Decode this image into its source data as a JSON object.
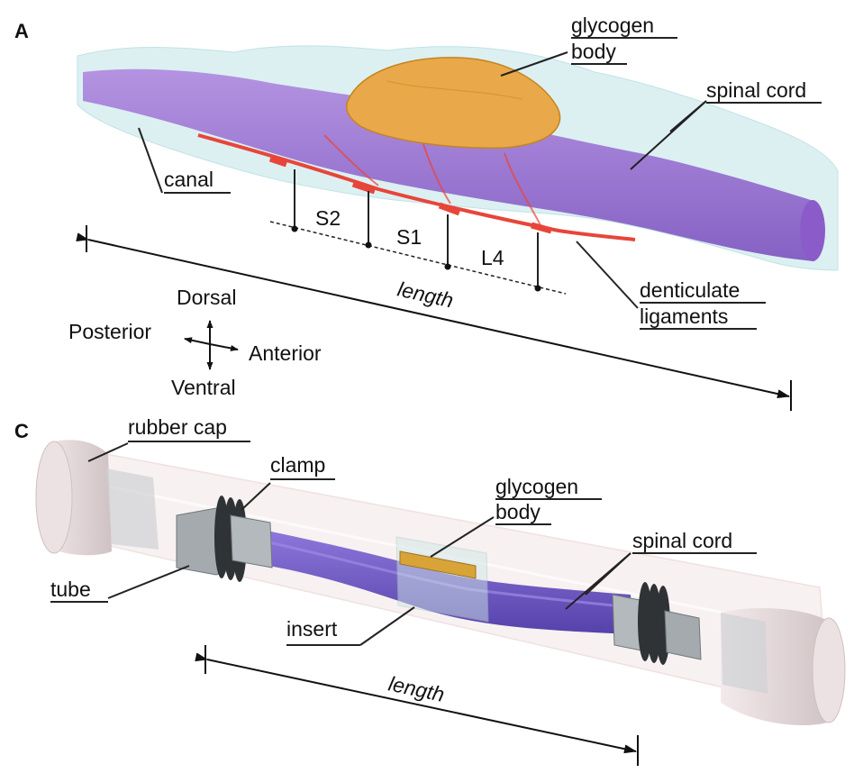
{
  "panel_a": {
    "letter": "A",
    "labels": {
      "glycogen_body_1": "glycogen",
      "glycogen_body_2": "body",
      "spinal_cord": "spinal cord",
      "canal": "canal",
      "segment_s2": "S2",
      "segment_s1": "S1",
      "segment_l4": "L4",
      "length": "length",
      "denticulate_1": "denticulate",
      "denticulate_2": "ligaments"
    },
    "directions": {
      "dorsal": "Dorsal",
      "ventral": "Ventral",
      "posterior": "Posterior",
      "anterior": "Anterior"
    }
  },
  "panel_c": {
    "letter": "C",
    "labels": {
      "rubber_cap": "rubber cap",
      "clamp": "clamp",
      "glycogen_body_1": "glycogen",
      "glycogen_body_2": "body",
      "spinal_cord": "spinal cord",
      "tube": "tube",
      "insert": "insert",
      "length": "length"
    }
  },
  "colors": {
    "canal": "#d7eef0",
    "spinal_cord": "#9a6fd0",
    "glycogen_body": "#e9a94a",
    "ligaments": "#e8453a",
    "tube": "#f2e4e4",
    "cap": "#ddd0d2",
    "clamp": "#9ea5a8",
    "cord_c": "#6a4fc0"
  }
}
